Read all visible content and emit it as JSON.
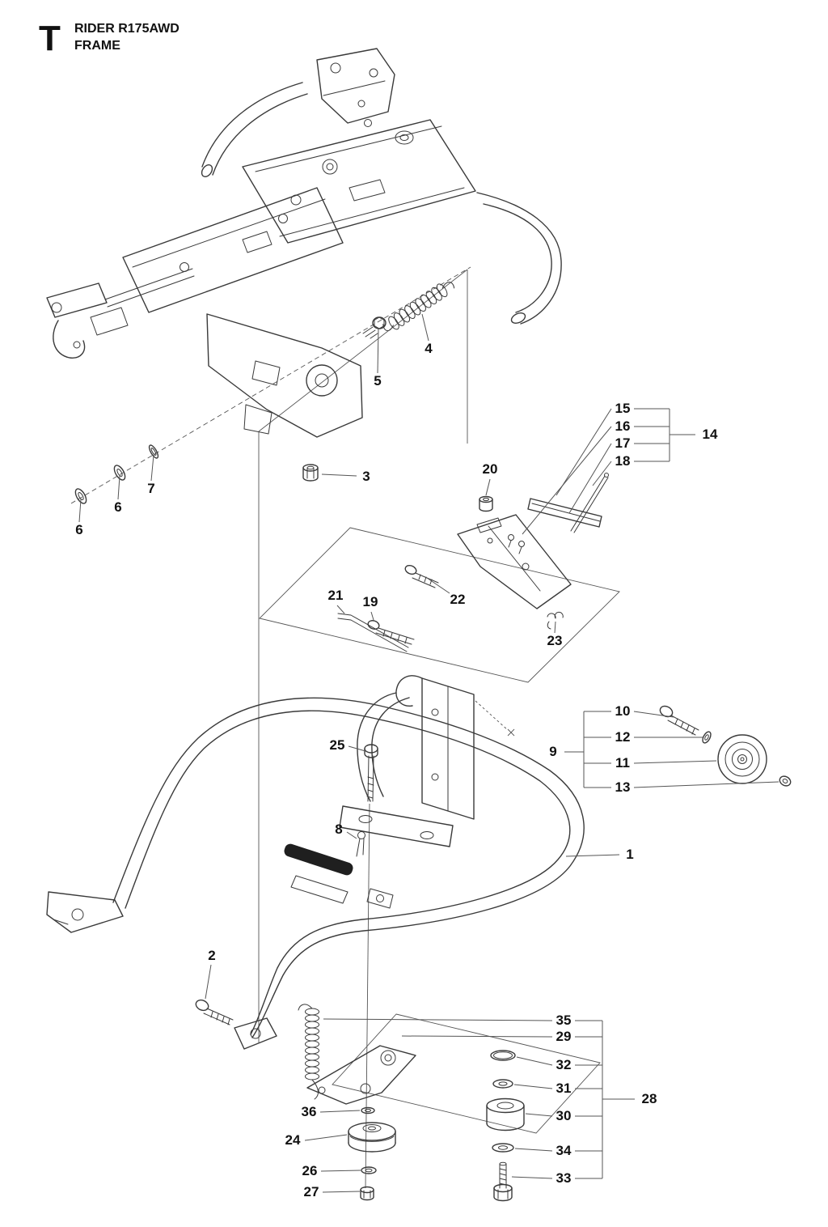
{
  "header": {
    "section_letter": "T",
    "model": "RIDER R175AWD",
    "section": "FRAME"
  },
  "colors": {
    "background": "#ffffff",
    "line": "#3a3a3a",
    "line_thin": "#555555",
    "text": "#111111"
  },
  "callouts": [
    "4",
    "5",
    "3",
    "7",
    "6",
    "6",
    "15",
    "16",
    "17",
    "18",
    "14",
    "20",
    "21",
    "19",
    "22",
    "23",
    "10",
    "12",
    "9",
    "11",
    "13",
    "25",
    "8",
    "1",
    "2",
    "35",
    "29",
    "32",
    "31",
    "30",
    "28",
    "34",
    "33",
    "36",
    "24",
    "26",
    "27"
  ]
}
